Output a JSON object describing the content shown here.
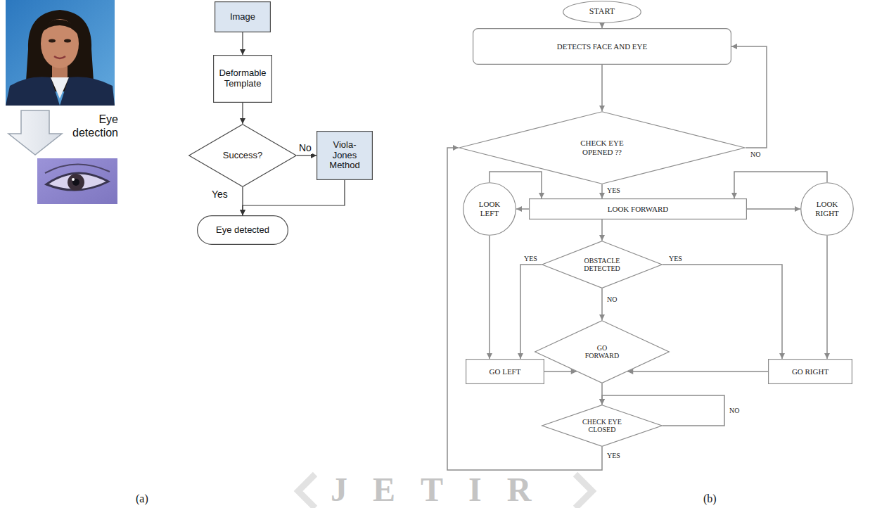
{
  "diagram": {
    "nodes": [
      {
        "text": [
          "Image"
        ]
      },
      {
        "text": [
          "Deformable Template"
        ]
      },
      {
        "text": [
          "Success?"
        ]
      },
      {
        "text": [
          "Viola-Jones Method"
        ]
      },
      {
        "text": [
          "Eye detected"
        ]
      },
      {
        "text": [
          "START"
        ]
      },
      {
        "text": [
          "DETECTS FACE AND EYE"
        ]
      },
      {
        "text": [
          "CHECK EYE OPENED ??"
        ]
      },
      {
        "text": [
          "LOOK LEFT"
        ]
      },
      {
        "text": [
          "LOOK FORWARD"
        ]
      },
      {
        "text": [
          "LOOK RIGHT"
        ]
      },
      {
        "text": [
          "OBSTACLE DETECTED"
        ]
      },
      {
        "text": [
          "GO LEFT"
        ]
      },
      {
        "text": [
          "GO FORWARD"
        ]
      },
      {
        "text": [
          "GO RIGHT"
        ]
      },
      {
        "text": [
          "CHECK EYE CLOSED"
        ]
      }
    ],
    "edges": [
      {
        "from": 0,
        "to": 1,
        "arrow": "to"
      },
      {
        "from": 1,
        "to": 2,
        "arrow": "to"
      },
      {
        "from": 2,
        "to": 3,
        "label": "No",
        "arrow": "to"
      },
      {
        "from": 2,
        "to": 4,
        "label": "Yes",
        "arrow": "to"
      },
      {
        "from": 3,
        "to": 4,
        "arrow": "to"
      },
      {
        "from": 5,
        "to": 6,
        "arrow": "to"
      },
      {
        "from": 6,
        "to": 7,
        "arrow": "to"
      },
      {
        "from": 7,
        "to": 6,
        "label": "NO",
        "arrow": "to"
      },
      {
        "from": 7,
        "to": 9,
        "label": "YES",
        "arrow": "to"
      },
      {
        "from": 9,
        "to": 8,
        "arrow": "to"
      },
      {
        "from": 8,
        "to": 9,
        "arrow": "to"
      },
      {
        "from": 9,
        "to": 10,
        "arrow": "to"
      },
      {
        "from": 10,
        "to": 9,
        "arrow": "to"
      },
      {
        "from": 9,
        "to": 11,
        "arrow": "to"
      },
      {
        "from": 11,
        "to": 12,
        "label": "YES",
        "arrow": "to"
      },
      {
        "from": 11,
        "to": 14,
        "label": "YES",
        "arrow": "to"
      },
      {
        "from": 11,
        "to": 13,
        "label": "NO",
        "arrow": "to"
      },
      {
        "from": 8,
        "to": 12,
        "arrow": "to"
      },
      {
        "from": 10,
        "to": 14,
        "arrow": "to"
      },
      {
        "from": 12,
        "to": 13,
        "arrow": "to"
      },
      {
        "from": 14,
        "to": 13,
        "arrow": "to"
      },
      {
        "from": 13,
        "to": 15,
        "arrow": "to"
      },
      {
        "from": 15,
        "to": 15,
        "label": "NO",
        "arrow": "to"
      },
      {
        "from": 15,
        "to": 7,
        "label": "YES",
        "arrow": "to"
      }
    ],
    "labels": [
      "Eye detection",
      "(a)",
      "(b)",
      "JETIR"
    ]
  }
}
